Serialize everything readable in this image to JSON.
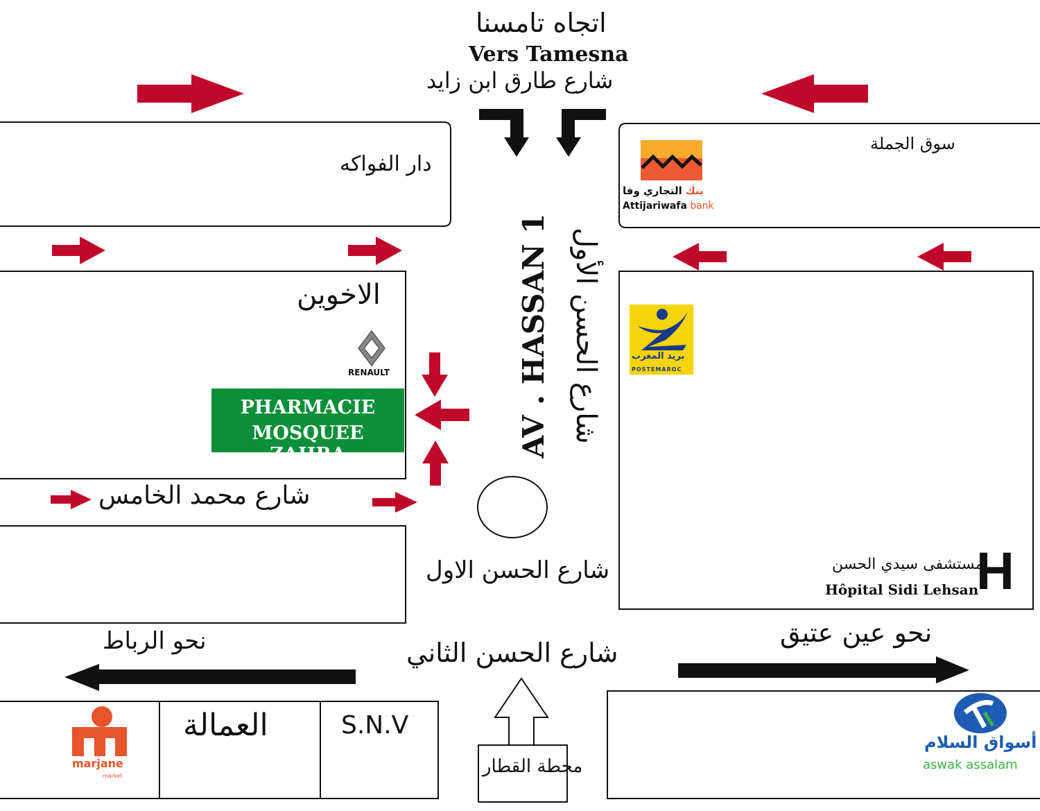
{
  "colors": {
    "red_arrow": "#c0092a",
    "pharmacy_green": "#0c8f3a",
    "black": "#111111"
  },
  "top": {
    "direction_ar": "اتجاه تامسنا",
    "direction_fr": "Vers Tamesna",
    "street_ar": "شارع طارق ابن زايد"
  },
  "blocks": {
    "dar_fawakih": "دار الفواكه",
    "souk_jomla": "سوق الجملة",
    "al_akhawayn": "الاخوين",
    "pharmacy_line1": "PHARMACIE",
    "pharmacy_line2": "MOSQUEE ZAHRA",
    "hospital_ar": "مستشفى سيدي الحسن",
    "hospital_fr": "Hôpital Sidi Lehsan",
    "hospital_symbol": "H",
    "amala": "العمالة",
    "snv": "S.N.V",
    "train_station": "محطة القطار"
  },
  "streets": {
    "av_hassan_fr": "AV . HASSAN 1",
    "av_hassan_ar": "شارع الحسن الأول",
    "mohammed5": "شارع محمد الخامس",
    "hassan1_ar": "شارع الحسن الاول",
    "hassan2_ar": "شارع الحسن الثاني",
    "to_rabat": "نحو الرباط",
    "to_ain_atiq": "نحو عين عتيق"
  },
  "logos": {
    "attijari_ar": "التجاري وفا",
    "attijari_ar_bank": "بنك",
    "attijari_name": "Attijariwafa",
    "attijari_bank": "bank",
    "renault": "RENAULT",
    "poste_ar": "بريد المغرب",
    "poste_fr": "POSTEMAROC",
    "marjane": "marjane",
    "marjane_sub": "market",
    "aswak_ar": "أسواق السلام",
    "aswak_fr": "aswak assalam"
  }
}
